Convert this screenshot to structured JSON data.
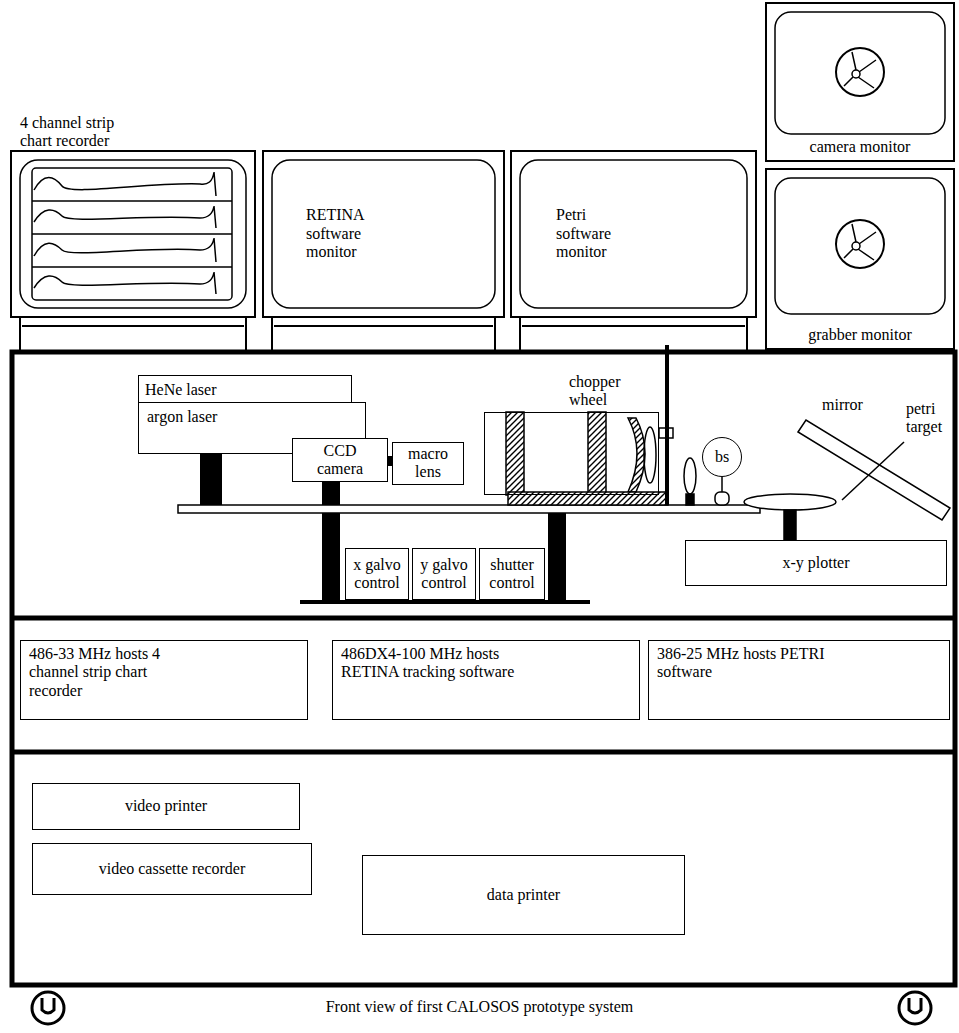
{
  "diagram": {
    "caption": "Front view of first CALOSOS prototype system",
    "nodes": [
      {
        "text": [
          "4 channel strip chart recorder"
        ]
      },
      {
        "text": [
          "RETINA software monitor"
        ]
      },
      {
        "text": [
          "Petri software monitor"
        ]
      },
      {
        "text": [
          "camera monitor"
        ]
      },
      {
        "text": [
          "grabber monitor"
        ]
      },
      {
        "text": [
          "HeNe laser"
        ]
      },
      {
        "text": [
          "argon laser"
        ]
      },
      {
        "text": [
          "CCD camera"
        ]
      },
      {
        "text": [
          "macro lens"
        ]
      },
      {
        "text": [
          "chopper wheel"
        ]
      },
      {
        "text": [
          "bs"
        ]
      },
      {
        "text": [
          "x galvo control"
        ]
      },
      {
        "text": [
          "y galvo control"
        ]
      },
      {
        "text": [
          "shutter control"
        ]
      },
      {
        "text": [
          "x-y plotter"
        ]
      },
      {
        "text": [
          "486-33 MHz hosts 4 channel strip chart recorder"
        ]
      },
      {
        "text": [
          "486DX4-100 MHz hosts RETINA tracking software"
        ]
      },
      {
        "text": [
          "386-25 MHz hosts PETRI software"
        ]
      },
      {
        "text": [
          "video printer"
        ]
      },
      {
        "text": [
          "video cassette recorder"
        ]
      },
      {
        "text": [
          "data printer"
        ]
      }
    ],
    "labels": [
      "mirror",
      "petri target"
    ]
  }
}
